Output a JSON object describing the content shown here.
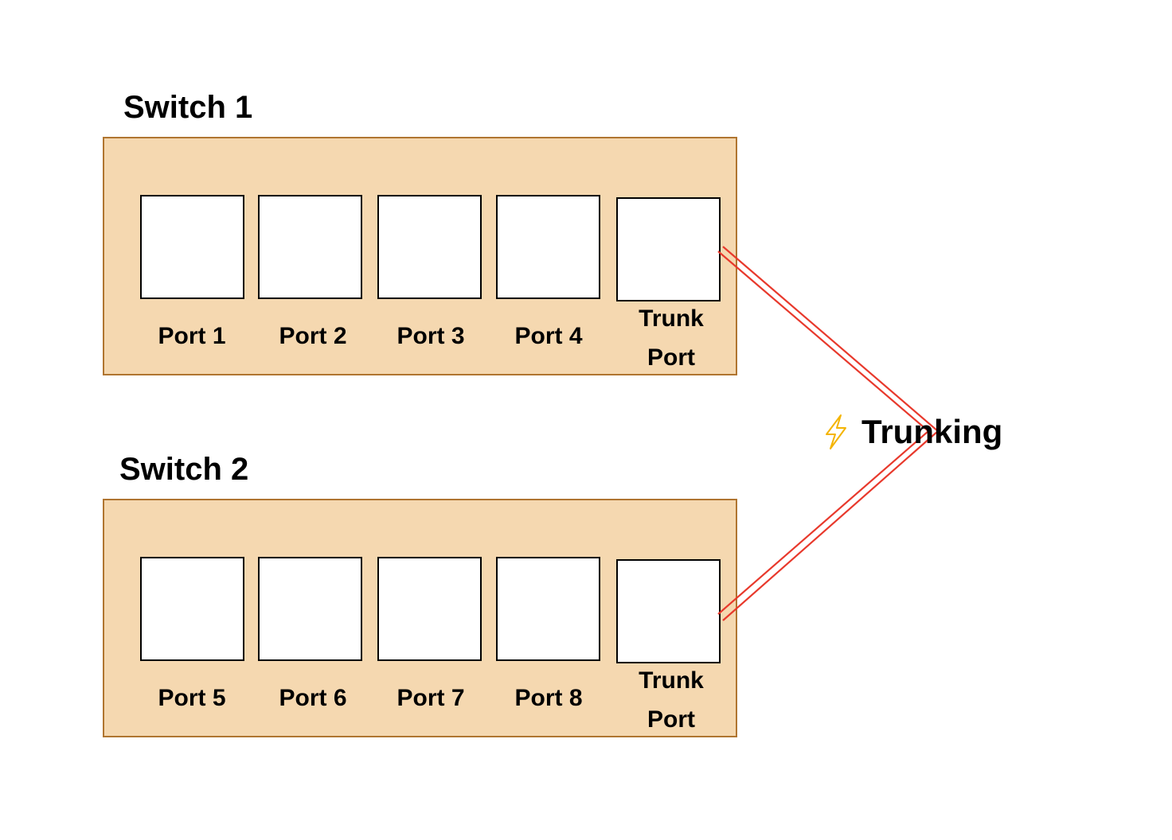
{
  "colors": {
    "switch_fill": "#f5d8b0",
    "switch_border": "#b07530",
    "port_fill": "#ffffff",
    "port_border": "#000000",
    "trunk_link": "#e8392c",
    "bolt": "#f4b400"
  },
  "switches": [
    {
      "title": "Switch 1",
      "ports": [
        "Port 1",
        "Port 2",
        "Port 3",
        "Port 4"
      ],
      "trunk_port": {
        "line1": "Trunk",
        "line2": "Port"
      }
    },
    {
      "title": "Switch 2",
      "ports": [
        "Port 5",
        "Port 6",
        "Port 7",
        "Port 8"
      ],
      "trunk_port": {
        "line1": "Trunk",
        "line2": "Port"
      }
    }
  ],
  "trunk_link": {
    "icon": "lightning-bolt-icon",
    "label": "Trunking"
  }
}
